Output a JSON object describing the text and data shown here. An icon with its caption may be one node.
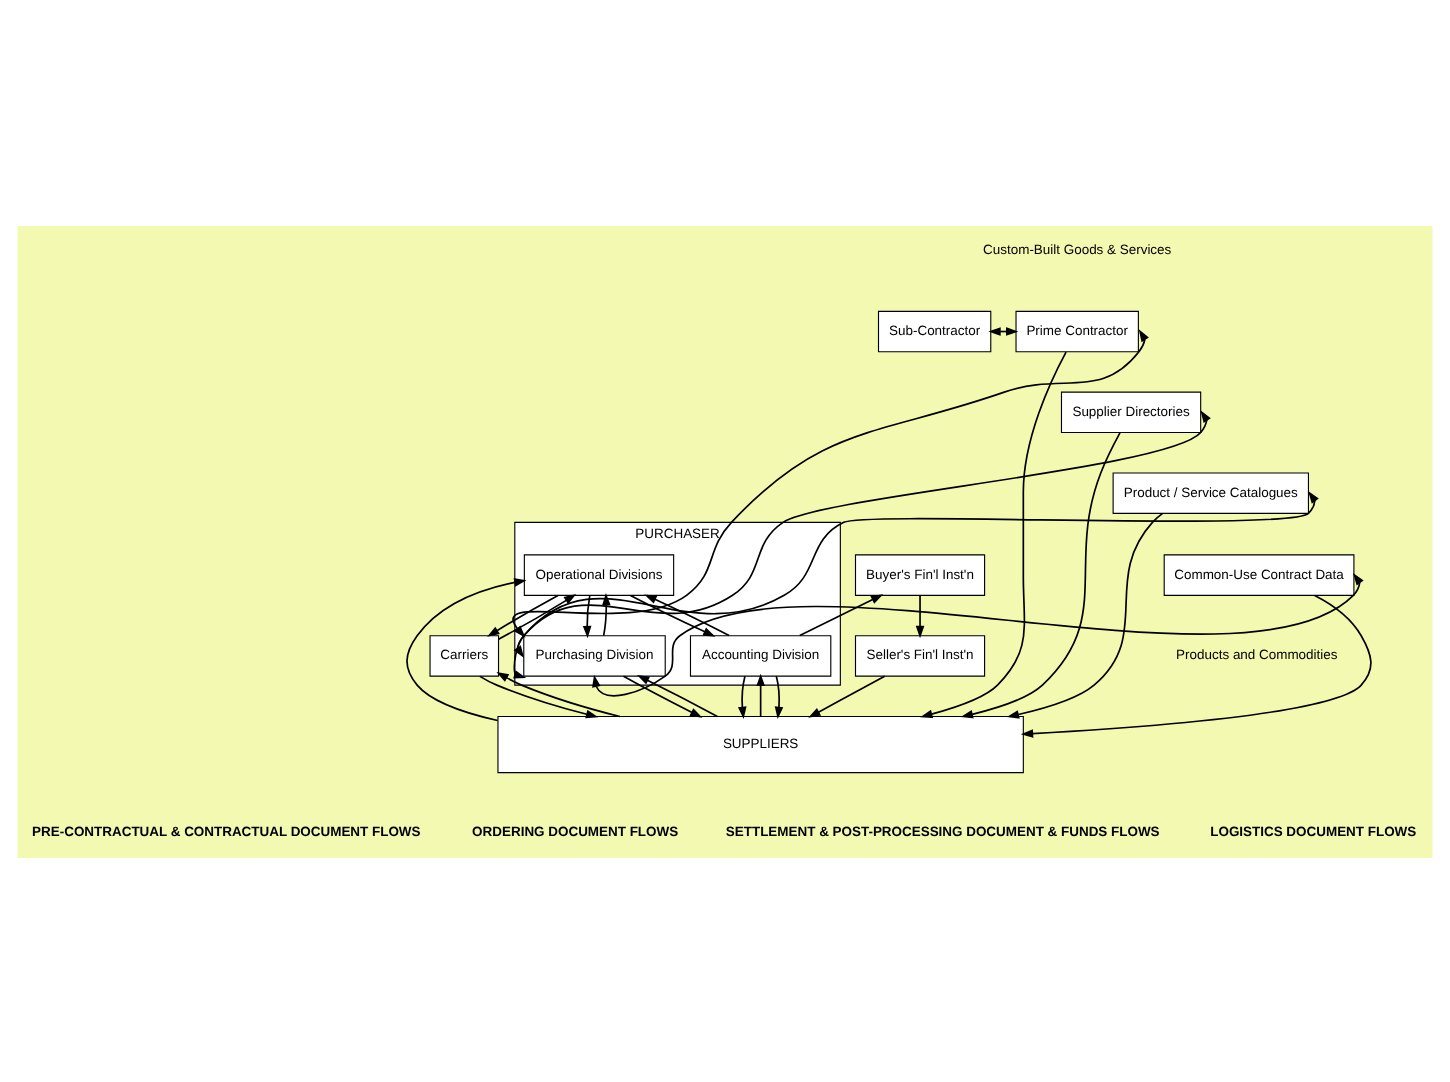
{
  "diagram": {
    "nodes": [
      {
        "text": [
          "PURCHASER"
        ]
      },
      {
        "text": [
          "Operational Divisions"
        ],
        "in": 0
      },
      {
        "text": [
          "Purchasing Division"
        ],
        "in": 0
      },
      {
        "text": [
          "Accounting Division"
        ],
        "in": 0
      },
      {
        "text": [
          "Sub-Contractor"
        ]
      },
      {
        "text": [
          "Prime Contractor"
        ]
      },
      {
        "text": [
          "Supplier Directories"
        ]
      },
      {
        "text": [
          "Product / Service Catalogues"
        ]
      },
      {
        "text": [
          "Common-Use Contract Data"
        ]
      },
      {
        "text": [
          "Carriers"
        ]
      },
      {
        "text": [
          "Buyer's Fin'l Inst'n"
        ]
      },
      {
        "text": [
          "Seller's Fin'l Inst'n"
        ]
      },
      {
        "text": [
          "SUPPLIERS"
        ]
      }
    ],
    "edges": [
      {
        "from": 4,
        "to": 5,
        "arrow": "both"
      },
      {
        "from": 5,
        "to": 2,
        "arrow": "both"
      },
      {
        "from": 6,
        "to": 2,
        "arrow": "both"
      },
      {
        "from": 7,
        "to": 2,
        "arrow": "both"
      },
      {
        "from": 8,
        "to": 2,
        "arrow": "both"
      },
      {
        "from": 5,
        "to": 12,
        "arrow": "to"
      },
      {
        "from": 6,
        "to": 12,
        "arrow": "to"
      },
      {
        "from": 7,
        "to": 12,
        "arrow": "to"
      },
      {
        "from": 8,
        "to": 12,
        "arrow": "to"
      },
      {
        "from": 1,
        "to": 2,
        "arrow": "to"
      },
      {
        "from": 2,
        "to": 1,
        "arrow": "to"
      },
      {
        "from": 1,
        "to": 3,
        "arrow": "to"
      },
      {
        "from": 3,
        "to": 1,
        "arrow": "to"
      },
      {
        "from": 9,
        "to": 1,
        "arrow": "to"
      },
      {
        "from": 1,
        "to": 9,
        "arrow": "to"
      },
      {
        "from": 12,
        "to": 1,
        "arrow": "to"
      },
      {
        "from": 2,
        "to": 12,
        "arrow": "to"
      },
      {
        "from": 12,
        "to": 2,
        "arrow": "to"
      },
      {
        "from": 12,
        "to": 9,
        "arrow": "to"
      },
      {
        "from": 9,
        "to": 12,
        "arrow": "to"
      },
      {
        "from": 3,
        "to": 12,
        "arrow": "to"
      },
      {
        "from": 12,
        "to": 3,
        "arrow": "to"
      },
      {
        "from": 3,
        "to": 12,
        "arrow": "to"
      },
      {
        "from": 3,
        "to": 10,
        "arrow": "to"
      },
      {
        "from": 10,
        "to": 11,
        "arrow": "to"
      },
      {
        "from": 11,
        "to": 12,
        "arrow": "to"
      }
    ],
    "labels": [
      "Custom-Built Goods & Services",
      "Products and Commodities",
      "PRE-CONTRACTUAL & CONTRACTUAL DOCUMENT FLOWS",
      "ORDERING DOCUMENT FLOWS",
      "SETTLEMENT & POST-PROCESSING DOCUMENT & FUNDS FLOWS",
      "LOGISTICS DOCUMENT FLOWS"
    ]
  }
}
